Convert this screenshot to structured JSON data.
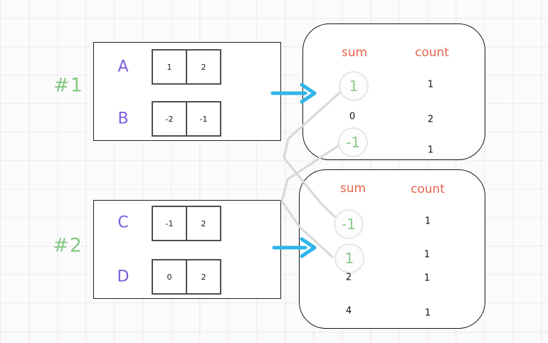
{
  "colors": {
    "group_label_green": "#86c786",
    "array_letter_purple": "#7c5cdb",
    "header_orange": "#e6644a",
    "arrow_cyan": "#2fb5e9",
    "highlight_green": "#8cc98c",
    "connector_gray": "#d9d9d9"
  },
  "groups": [
    {
      "label": "#1",
      "arrays": [
        {
          "name": "A",
          "values": [
            "1",
            "2"
          ]
        },
        {
          "name": "B",
          "values": [
            "-2",
            "-1"
          ]
        }
      ]
    },
    {
      "label": "#2",
      "arrays": [
        {
          "name": "C",
          "values": [
            "-1",
            "2"
          ]
        },
        {
          "name": "D",
          "values": [
            "0",
            "2"
          ]
        }
      ]
    }
  ],
  "results": [
    {
      "sum_header": "sum",
      "count_header": "count",
      "rows": [
        {
          "sum": "1",
          "count": "1",
          "circled": true
        },
        {
          "sum": "0",
          "count": "2",
          "circled": false
        },
        {
          "sum": "-1",
          "count": "1",
          "circled": true
        }
      ]
    },
    {
      "sum_header": "sum",
      "count_header": "count",
      "rows": [
        {
          "sum": "-1",
          "count": "1",
          "circled": true
        },
        {
          "sum": "1",
          "count": "1",
          "circled": true
        },
        {
          "sum": "2",
          "count": "1",
          "circled": false
        },
        {
          "sum": "4",
          "count": "1",
          "circled": false
        }
      ]
    }
  ]
}
